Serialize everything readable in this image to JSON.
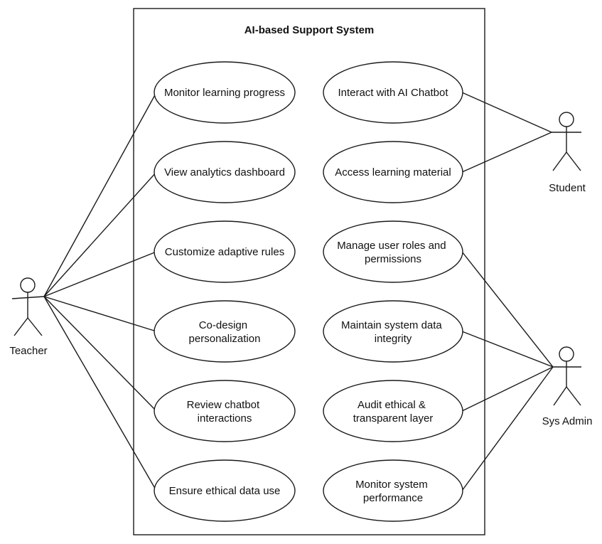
{
  "system": {
    "title": "AI-based Support System"
  },
  "actors": {
    "teacher": "Teacher",
    "student": "Student",
    "sysadmin": "Sys Admin"
  },
  "use_cases": {
    "monitor_progress": [
      "Monitor learning progress"
    ],
    "view_analytics": [
      "View analytics dashboard"
    ],
    "customize_rules": [
      "Customize adaptive rules"
    ],
    "co_design": [
      "Co-design",
      "personalization"
    ],
    "review_chatbot": [
      "Review chatbot",
      "interactions"
    ],
    "ensure_ethical": [
      "Ensure ethical data use"
    ],
    "interact_chatbot": [
      "Interact with AI Chatbot"
    ],
    "access_material": [
      "Access learning material"
    ],
    "manage_roles": [
      "Manage user roles and",
      "permissions"
    ],
    "maintain_integrity": [
      "Maintain system data",
      "integrity"
    ],
    "audit_ethical": [
      "Audit ethical &",
      "transparent layer"
    ],
    "monitor_performance": [
      "Monitor system",
      "performance"
    ]
  }
}
